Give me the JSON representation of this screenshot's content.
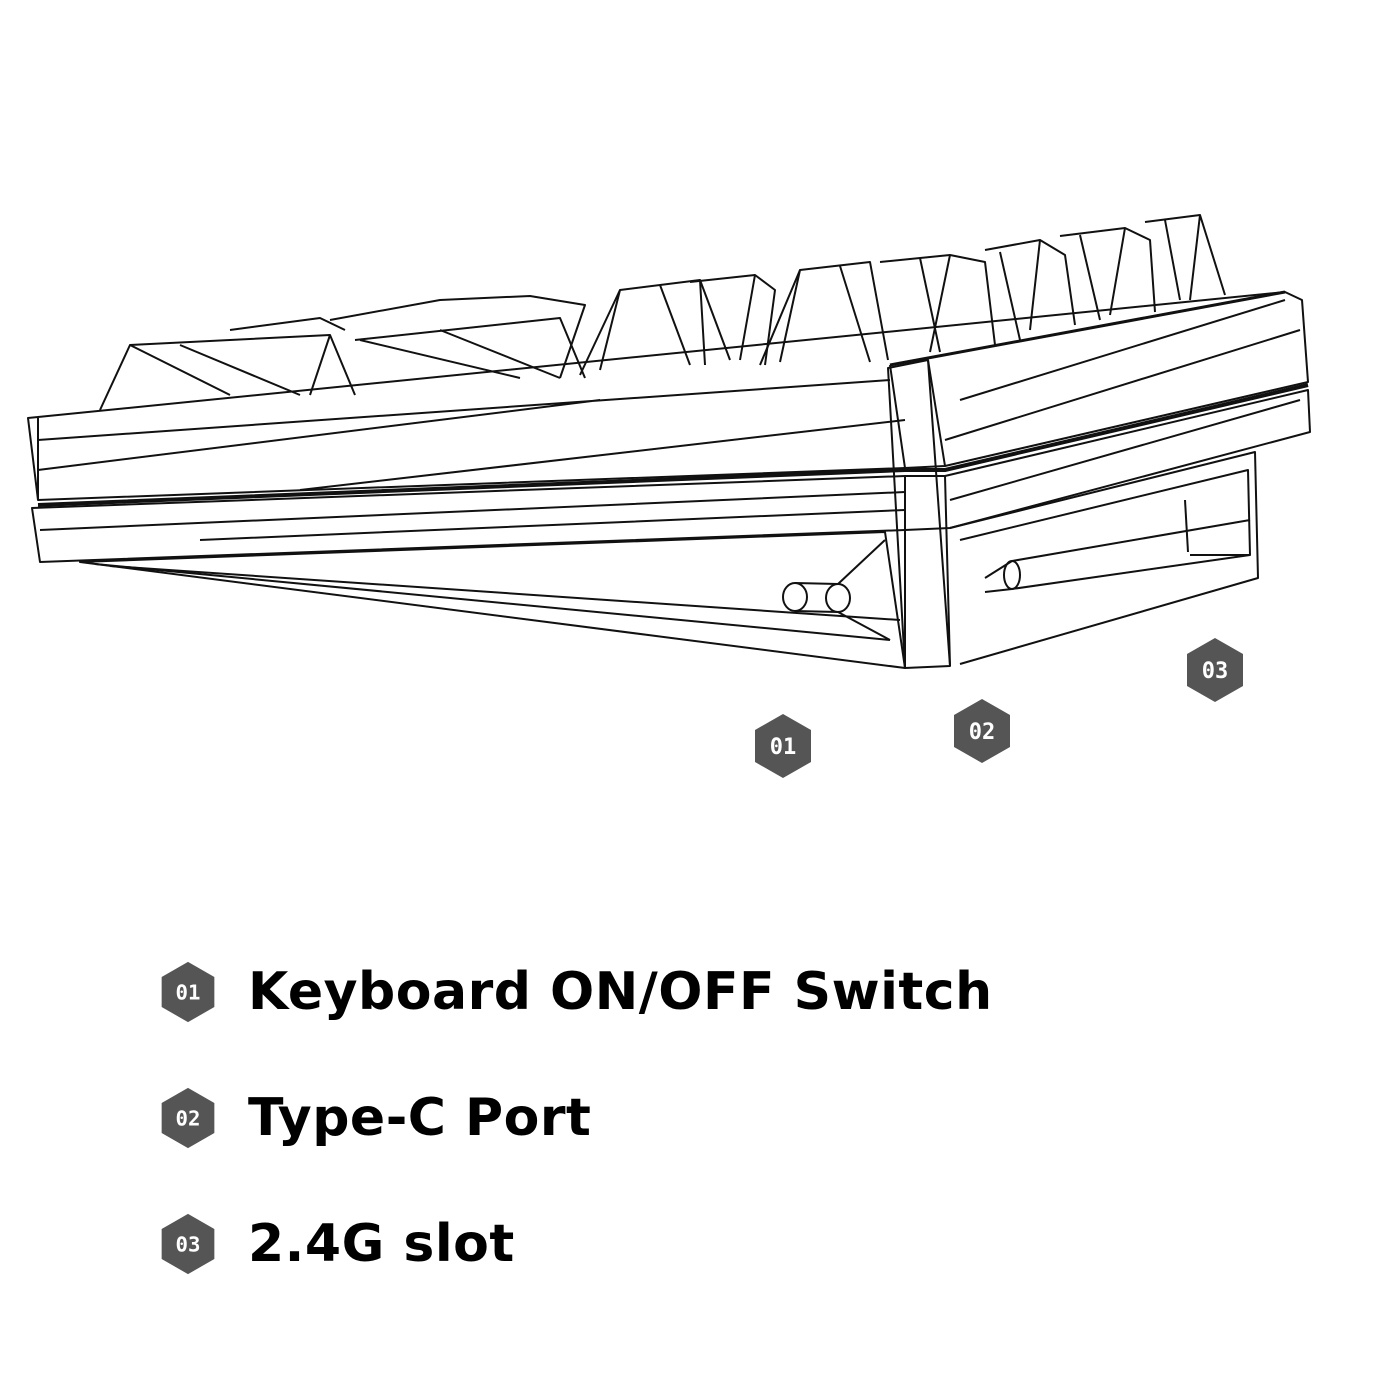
{
  "colors": {
    "badge_fill": "#555555",
    "badge_text": "#ffffff",
    "line": "#111111",
    "background": "#ffffff"
  },
  "illustration": {
    "subject": "keyboard-wireframe-side-view"
  },
  "callouts": [
    {
      "number": "01",
      "icon": "hexagon-badge-icon"
    },
    {
      "number": "02",
      "icon": "hexagon-badge-icon"
    },
    {
      "number": "03",
      "icon": "hexagon-badge-icon"
    }
  ],
  "legend": [
    {
      "number": "01",
      "label": "Keyboard ON/OFF Switch"
    },
    {
      "number": "02",
      "label": "Type-C Port"
    },
    {
      "number": "03",
      "label": "2.4G slot"
    }
  ]
}
